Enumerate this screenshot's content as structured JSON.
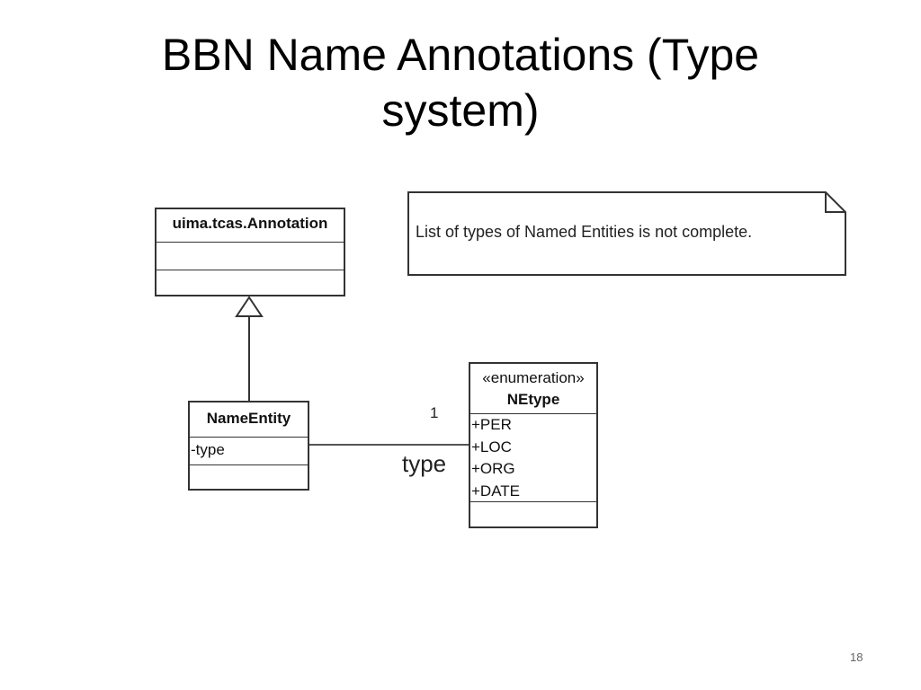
{
  "title": {
    "line1": "BBN Name Annotations (Type",
    "line2": "system)"
  },
  "diagram": {
    "annotation_class": {
      "name": "uima.tcas.Annotation"
    },
    "name_entity_class": {
      "name": "NameEntity",
      "attributes": [
        "-type"
      ]
    },
    "netype_enum": {
      "stereotype": "«enumeration»",
      "name": "NEtype",
      "literals": [
        "+PER",
        "+LOC",
        "+ORG",
        "+DATE"
      ]
    },
    "note": {
      "text": "List of types of Named Entities is not complete."
    },
    "association": {
      "multiplicity": "1",
      "role": "type"
    }
  },
  "slide": {
    "page_number": "18"
  },
  "colors": {
    "background": "#ffffff",
    "line": "#333333",
    "text": "#000000"
  }
}
